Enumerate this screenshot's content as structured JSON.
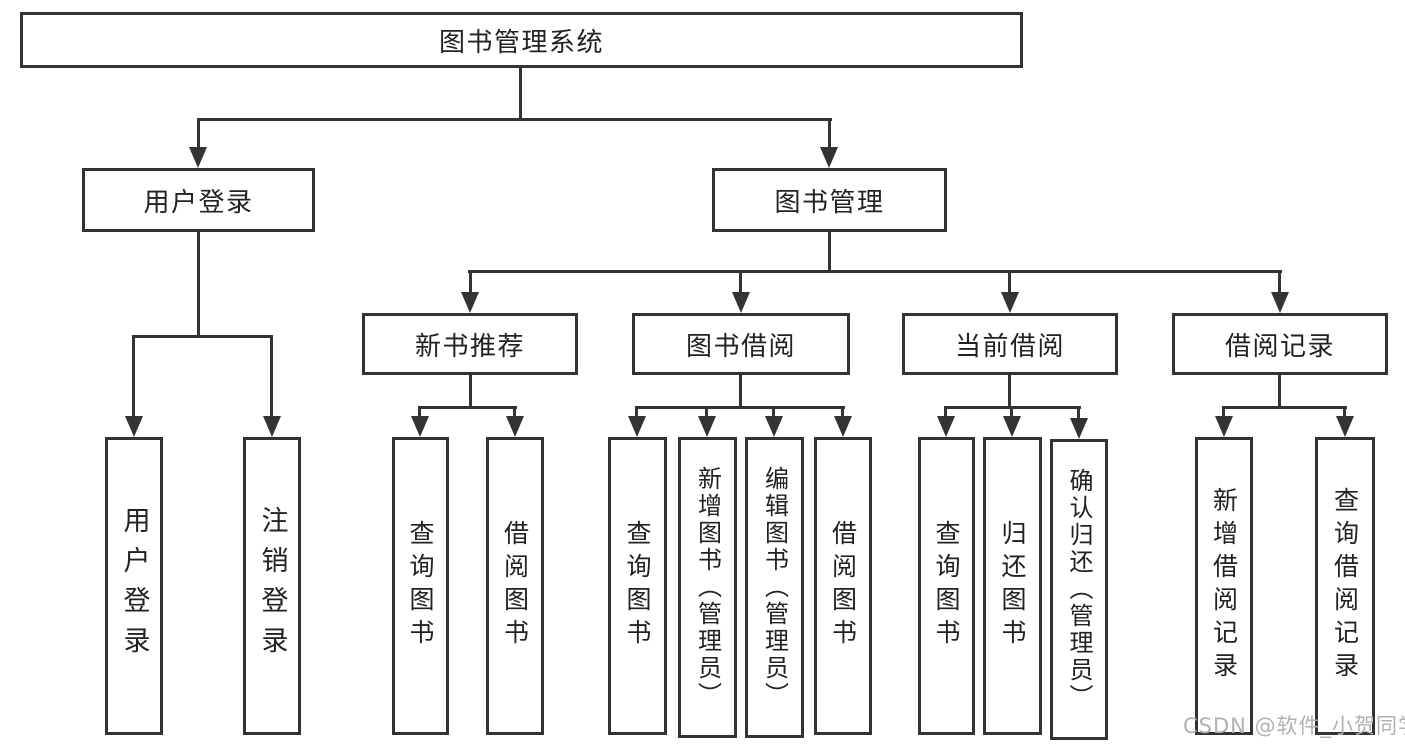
{
  "diagram": {
    "root": {
      "label": "图书管理系统"
    },
    "level2": [
      {
        "label": "用户登录"
      },
      {
        "label": "图书管理"
      }
    ],
    "level3": [
      {
        "label": "新书推荐"
      },
      {
        "label": "图书借阅"
      },
      {
        "label": "当前借阅"
      },
      {
        "label": "借阅记录"
      }
    ],
    "leaves": {
      "user_login": [
        "用户登录",
        "注销登录"
      ],
      "new_book": [
        "查询图书",
        "借阅图书"
      ],
      "book_borrow": [
        "查询图书",
        "新增图书（管理员）",
        "编辑图书（管理员）",
        "借阅图书"
      ],
      "current_borrow": [
        "查询图书",
        "归还图书",
        "确认归还（管理员）"
      ],
      "borrow_records": [
        "新增借阅记录",
        "查询借阅记录"
      ]
    }
  },
  "watermark": {
    "text": "CSDN @软件_小贺同学"
  },
  "colors": {
    "line": "#333333",
    "text": "#222222",
    "box_background": "#ffffff",
    "page_background": "#ffffff",
    "watermark": "#b1b1b1"
  }
}
